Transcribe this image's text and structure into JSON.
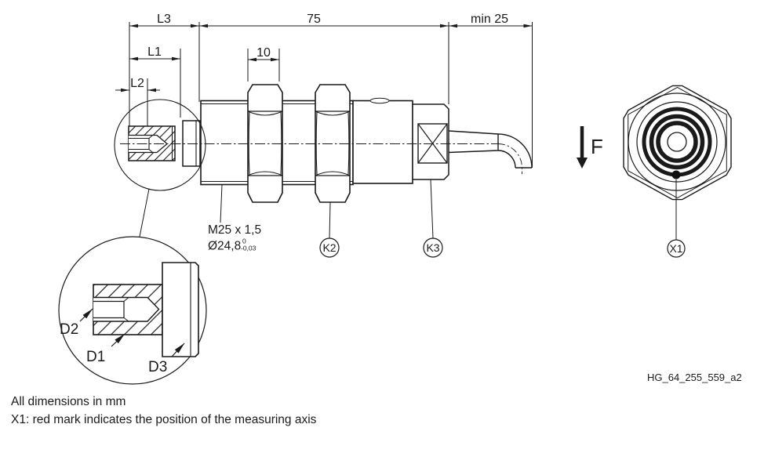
{
  "drawing": {
    "id_label": "HG_64_255_559_a2",
    "dimensions": {
      "l3": "L3",
      "l1": "L1",
      "l2": "L2",
      "body_length": "75",
      "cable_clearance": "min 25",
      "nut_width": "10"
    },
    "thread": {
      "designation": "M25 x 1,5",
      "diameter": "Ø24,8",
      "tol_upper": "0",
      "tol_lower": "-0,03"
    },
    "callouts": {
      "k2": "K2",
      "k3": "K3",
      "x1": "X1",
      "d1": "D1",
      "d2": "D2",
      "d3": "D3"
    },
    "force_label": "F",
    "notes": {
      "line1": "All dimensions in mm",
      "line2": "X1: red mark indicates the position of the measuring axis"
    },
    "colors": {
      "line": "#1a1a1a",
      "note_blue": "#1959a6",
      "mark_dot": "#111111"
    }
  }
}
